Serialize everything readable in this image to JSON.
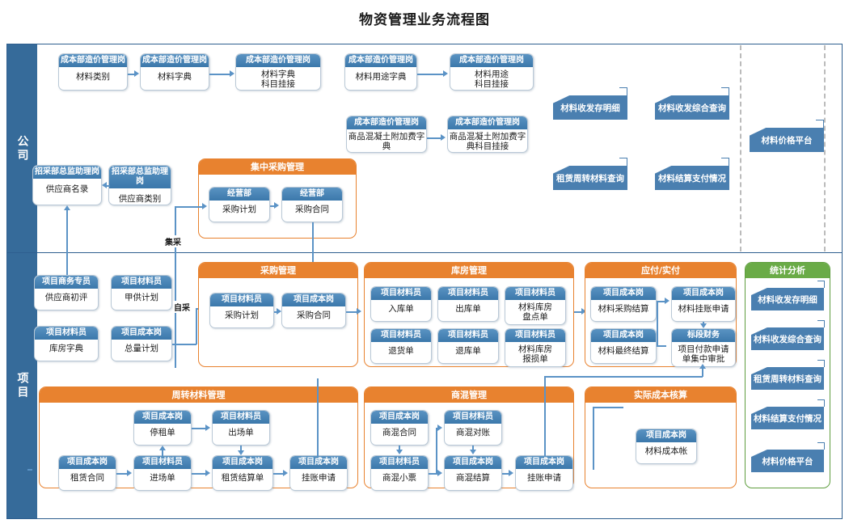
{
  "title": "物资管理业务流程图",
  "lanes": [
    {
      "key": "company",
      "label": "公司"
    },
    {
      "key": "project",
      "label": "项目"
    }
  ],
  "company_dictionary_flow": [
    {
      "role": "成本部造价管理岗",
      "task": "材料类别"
    },
    {
      "role": "成本部造价管理岗",
      "task": "材料字典"
    },
    {
      "role": "成本部造价管理岗",
      "task": "材料字典\n科目挂接"
    },
    {
      "role": "成本部造价管理岗",
      "task": "材料用途字典"
    },
    {
      "role": "成本部造价管理岗",
      "task": "材料用途\n科目挂接"
    },
    {
      "role": "成本部造价管理岗",
      "task": "商品混凝土附加费字典"
    },
    {
      "role": "成本部造价管理岗",
      "task": "商品混凝土附加费字典科目挂接"
    }
  ],
  "company_reports": [
    {
      "label": "材料收发存明细"
    },
    {
      "label": "材料收发综合查询"
    },
    {
      "label": "租赁周转材料查询"
    },
    {
      "label": "材料结算支付情况"
    },
    {
      "label": "材料价格平台"
    }
  ],
  "company_supplier": [
    {
      "role": "招采部总监助理岗",
      "task": "供应商名录"
    },
    {
      "role": "招采部总监助理岗",
      "task": "供应商类别"
    }
  ],
  "central_purchase_group": {
    "header": "集中采购管理",
    "items": [
      {
        "role": "经营部",
        "task": "采购计划"
      },
      {
        "role": "经营部",
        "task": "采购合同"
      }
    ]
  },
  "edge_labels": {
    "central": "集采",
    "self": "自采"
  },
  "project_left": [
    {
      "role": "项目商务专员",
      "task": "供应商初评"
    },
    {
      "role": "项目材料员",
      "task": "甲供计划"
    },
    {
      "role": "项目材料员",
      "task": "库房字典"
    },
    {
      "role": "项目成本岗",
      "task": "总量计划"
    }
  ],
  "purchase_group": {
    "header": "采购管理",
    "items": [
      {
        "role": "项目材料员",
        "task": "采购计划"
      },
      {
        "role": "项目成本岗",
        "task": "采购合同"
      }
    ]
  },
  "warehouse_group": {
    "header": "库房管理",
    "items": [
      {
        "role": "项目材料员",
        "task": "入库单"
      },
      {
        "role": "项目材料员",
        "task": "出库单"
      },
      {
        "role": "项目材料员",
        "task": "材料库房\n盘点单"
      },
      {
        "role": "项目材料员",
        "task": "退货单"
      },
      {
        "role": "项目材料员",
        "task": "退库单"
      },
      {
        "role": "项目材料员",
        "task": "材料库房\n报损单"
      }
    ]
  },
  "payable_group": {
    "header": "应付/实付",
    "items": [
      {
        "role": "项目成本岗",
        "task": "材料采购结算"
      },
      {
        "role": "项目成本岗",
        "task": "材料挂账申请"
      },
      {
        "role": "项目成本岗",
        "task": "材料最终结算"
      },
      {
        "role": "标段财务",
        "task": "项目付款申请\n单集中审批"
      }
    ]
  },
  "turnover_group": {
    "header": "周转材料管理",
    "items": [
      {
        "role": "项目成本岗",
        "task": "停租单"
      },
      {
        "role": "项目材料员",
        "task": "出场单"
      },
      {
        "role": "项目成本岗",
        "task": "租赁合同"
      },
      {
        "role": "项目材料员",
        "task": "进场单"
      },
      {
        "role": "项目成本岗",
        "task": "租赁结算单"
      },
      {
        "role": "项目成本岗",
        "task": "挂账申请"
      }
    ]
  },
  "concrete_group": {
    "header": "商混管理",
    "items": [
      {
        "role": "项目成本岗",
        "task": "商混合同"
      },
      {
        "role": "项目材料员",
        "task": "商混对账"
      },
      {
        "role": "项目材料员",
        "task": "商混小票"
      },
      {
        "role": "项目成本岗",
        "task": "商混结算"
      },
      {
        "role": "项目成本岗",
        "task": "挂账申请"
      }
    ]
  },
  "actual_cost_group": {
    "header": "实际成本核算",
    "items": [
      {
        "role": "项目成本岗",
        "task": "材料成本帐"
      }
    ]
  },
  "stats_group": {
    "header": "统计分析",
    "items": [
      {
        "label": "材料收发存明细"
      },
      {
        "label": "材料收发综合查询"
      },
      {
        "label": "租赁周转材料查询"
      },
      {
        "label": "材料结算支付情况"
      },
      {
        "label": "材料价格平台"
      }
    ]
  },
  "colors": {
    "title": "#1a1a1a",
    "lane": "#366b9a",
    "group_orange": "#e8822f",
    "group_green": "#6aab47",
    "box_header": "#3b78ab",
    "report": "#4a7fb0",
    "connector": "#5b93c6",
    "frame": "#2f5f8f"
  }
}
